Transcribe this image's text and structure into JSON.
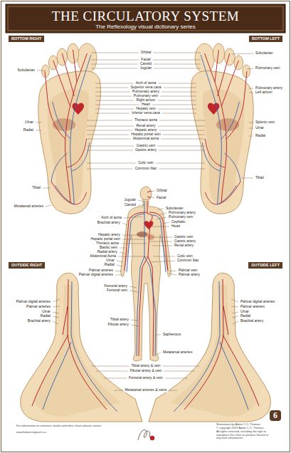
{
  "diagram": {
    "title": "THE CIRCULATORY SYSTEM",
    "nodes": [
      {
        "text": [
          "BOTTOM RIGHT"
        ]
      },
      {
        "text": [
          "BOTTOM LEFT"
        ]
      },
      {
        "text": [
          "OUTSIDE RIGHT"
        ]
      },
      {
        "text": [
          "OUTSIDE LEFT"
        ]
      },
      {
        "text": [
          "6"
        ]
      }
    ],
    "labels": [
      "The Reflexology visual dictionary series",
      "Subclavian",
      "Ulnar",
      "Radial",
      "Tibial",
      "Metatarsal arteries",
      "Orbital",
      "Facial",
      "Carotid",
      "Jugular",
      "Arch of aorta",
      "Superior vena cava",
      "Pulmonary artery",
      "Pulmonary vein",
      "Right atrium",
      "Heart",
      "Hepatic vein",
      "Inferior vena cava",
      "Thoracic aorta",
      "Renal artery",
      "Hepatic artery",
      "Hepatic portal vein",
      "Abdominal aorta",
      "Gastric vein",
      "Gastric artery",
      "Colic vein",
      "Common Iliac",
      "Subclavian",
      "Pulmonary vein",
      "Pulmonary artery",
      "Left atrium",
      "Splenic vein",
      "Ulnar",
      "Radial",
      "Tibial",
      "Orbital",
      "Jugular",
      "Facial",
      "Carotid",
      "Subclavian",
      "Pulmonary artery",
      "Pulmonary vein",
      "Cephalic",
      "Heart",
      "Arch of aorta",
      "Brachial artery",
      "Hepatic artery",
      "Hepatic portal vein",
      "Thoracic aorta",
      "Basilic vein",
      "Radial artery",
      "Abdominal Aorta",
      "Ulnar",
      "Radial",
      "Gastric vein",
      "Gastric artery",
      "Renal artery",
      "Colic vein",
      "Common Iliac",
      "Palmar vein",
      "Palmar artery",
      "Palmar arteries",
      "Palmar digital arteries",
      "Femoral artery",
      "Femoral vein",
      "Tibial artery",
      "Fibular artery",
      "Saphenous",
      "Metatarsal arteries",
      "Palmar digital arteries",
      "Palmar arteries",
      "Ulnar",
      "Radial",
      "Brachial artery",
      "Palmar digital arteries",
      "Palmar arteries",
      "Ulnar",
      "Radial",
      "Brachial artery",
      "Tibial artery & vein",
      "Fibular artery & vein",
      "Femoral artery & vein",
      "Metatarsal arteries & veins",
      "For information on seminars, books and other charts please contact",
      "www.balancingtouch.ca",
      "Illustrations by Adam C.O. Thomas",
      "© copyright 2013 Adam C.O. Thomas.",
      "All rights reserved, including the right to reproduce this chart or portions thereof in any form whatsoever."
    ]
  }
}
